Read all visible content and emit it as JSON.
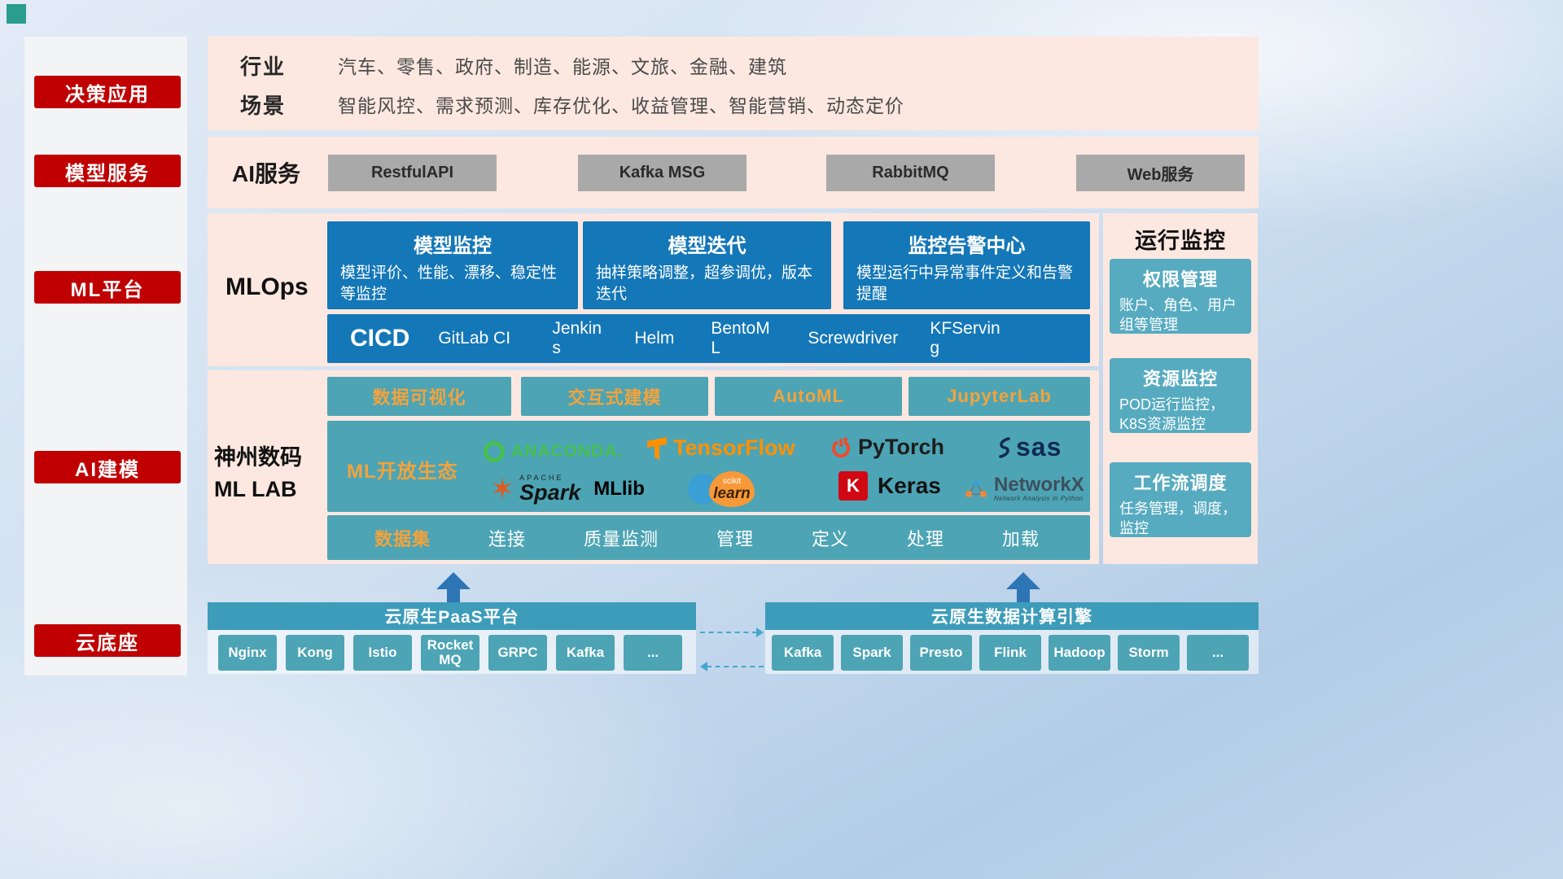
{
  "colors": {
    "red_accent": "#c00000",
    "pink_panel": "#fce8e0",
    "blue_box": "#1477b8",
    "teal_box": "#4da4b5",
    "teal_light": "#57abc0",
    "teal_header": "#3d9cba",
    "orange_text": "#f2a33c",
    "arrow_blue": "#2e75b6"
  },
  "sidebar": {
    "items": [
      {
        "label": "决策应用"
      },
      {
        "label": "模型服务"
      },
      {
        "label": "ML平台"
      },
      {
        "label": "AI建模"
      },
      {
        "label": "云底座"
      }
    ]
  },
  "industry": {
    "rows": [
      {
        "label": "行业",
        "value": "汽车、零售、政府、制造、能源、文旅、金融、建筑"
      },
      {
        "label": "场景",
        "value": "智能风控、需求预测、库存优化、收益管理、智能营销、动态定价"
      }
    ]
  },
  "ai_service": {
    "label": "AI服务",
    "items": [
      {
        "label": "RestfulAPI"
      },
      {
        "label": "Kafka MSG"
      },
      {
        "label": "RabbitMQ"
      },
      {
        "label": "Web服务"
      }
    ]
  },
  "mlops": {
    "label": "MLOps",
    "cards": [
      {
        "title": "模型监控",
        "desc": "模型评价、性能、漂移、稳定性等监控"
      },
      {
        "title": "模型迭代",
        "desc": "抽样策略调整，超参调优，版本迭代"
      },
      {
        "title": "监控告警中心",
        "desc": "模型运行中异常事件定义和告警提醒"
      }
    ],
    "cicd": {
      "label": "CICD",
      "items": [
        {
          "label": "GitLab CI"
        },
        {
          "label": "Jenkins"
        },
        {
          "label": "Helm"
        },
        {
          "label": "BentoML"
        },
        {
          "label": "Screwdriver"
        },
        {
          "label": "KFServing"
        }
      ]
    }
  },
  "mllab": {
    "title_line1": "神州数码",
    "title_line2": "ML LAB",
    "tools": [
      {
        "label": "数据可视化"
      },
      {
        "label": "交互式建模"
      },
      {
        "label": "AutoML"
      },
      {
        "label": "JupyterLab"
      }
    ],
    "ecosystem": {
      "label": "ML开放生态",
      "logos": [
        {
          "name": "anaconda",
          "label": "ANACONDA."
        },
        {
          "name": "tensorflow",
          "label": "TensorFlow"
        },
        {
          "name": "pytorch",
          "label": "PyTorch"
        },
        {
          "name": "sas",
          "label": "sas"
        },
        {
          "name": "spark",
          "super": "APACHE",
          "label": "Spark",
          "suffix": "MLlib"
        },
        {
          "name": "scikit-learn",
          "super": "scikit",
          "label": "learn"
        },
        {
          "name": "keras",
          "icon_letter": "K",
          "label": "Keras"
        },
        {
          "name": "networkx",
          "label": "NetworkX",
          "sub": "Network Analysis in Python"
        }
      ]
    },
    "data_pipeline": {
      "items": [
        {
          "label": "数据集"
        },
        {
          "label": "连接"
        },
        {
          "label": "质量监测"
        },
        {
          "label": "管理"
        },
        {
          "label": "定义"
        },
        {
          "label": "处理"
        },
        {
          "label": "加载"
        }
      ]
    }
  },
  "monitoring": {
    "title": "运行监控",
    "cards": [
      {
        "title": "权限管理",
        "desc": "账户、角色、用户组等管理"
      },
      {
        "title": "资源监控",
        "desc": "POD运行监控，K8S资源监控"
      },
      {
        "title": "工作流调度",
        "desc": "任务管理，调度，监控"
      }
    ]
  },
  "foundation": {
    "paas": {
      "title": "云原生PaaS平台",
      "items": [
        {
          "label": "Nginx"
        },
        {
          "label": "Kong"
        },
        {
          "label": "Istio"
        },
        {
          "label": "RocketMQ"
        },
        {
          "label": "GRPC"
        },
        {
          "label": "Kafka"
        },
        {
          "label": "..."
        }
      ]
    },
    "engine": {
      "title": "云原生数据计算引擎",
      "items": [
        {
          "label": "Kafka"
        },
        {
          "label": "Spark"
        },
        {
          "label": "Presto"
        },
        {
          "label": "Flink"
        },
        {
          "label": "Hadoop"
        },
        {
          "label": "Storm"
        },
        {
          "label": "..."
        }
      ]
    }
  }
}
